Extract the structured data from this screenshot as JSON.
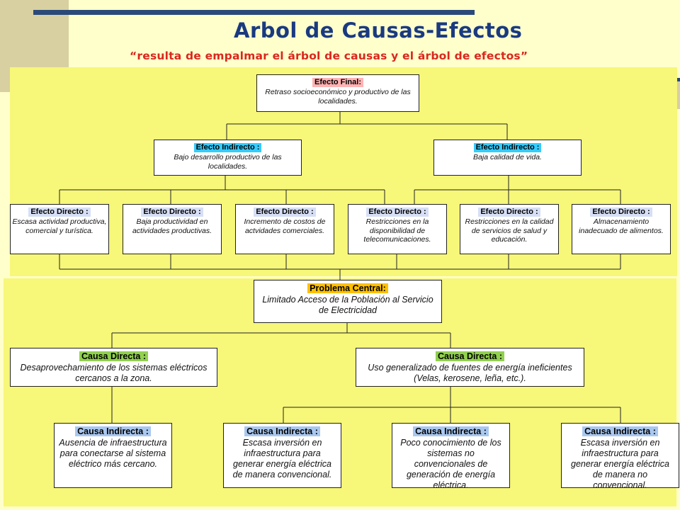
{
  "title": "Arbol de Causas-Efectos",
  "subtitle": "“resulta de empalmar el árbol de causas y el árbol de efectos”",
  "colors": {
    "background": "#ffffcc",
    "panel": "#f7f779",
    "title": "#1a3a80",
    "subtitle": "#d9281e",
    "efecto_final_header": "#ffb3b3",
    "efecto_indirecto_header": "#33ccff",
    "efecto_directo_header": "#d6dff5",
    "problema_header": "#ffc000",
    "causa_directa_header": "#92d050",
    "causa_indirecta_header": "#a9c8f0"
  },
  "efecto_final": {
    "header": "Efecto Final:",
    "text": "Retraso socioeconómico y productivo de las localidades."
  },
  "efectos_indirectos": [
    {
      "header": "Efecto Indirecto :",
      "text": "Bajo desarrollo productivo de las localidades."
    },
    {
      "header": "Efecto Indirecto :",
      "text": "Baja calidad de vida."
    }
  ],
  "efectos_directos": [
    {
      "header": "Efecto Directo :",
      "text": "Escasa actividad productiva, comercial y turística."
    },
    {
      "header": "Efecto Directo :",
      "text": "Baja productividad en actividades productivas."
    },
    {
      "header": "Efecto Directo :",
      "text": "Incremento de costos de actvidades comerciales."
    },
    {
      "header": "Efecto Directo :",
      "text": "Restricciones en la disponibilidad de telecomunicaciones."
    },
    {
      "header": "Efecto Directo :",
      "text": "Restricciones en la calidad de servicios de salud y educación."
    },
    {
      "header": "Efecto Directo :",
      "text": "Almacenamiento inadecuado de alimentos."
    }
  ],
  "problema_central": {
    "header": "Problema Central:",
    "text": "Limitado Acceso de la Población al Servicio de Electricidad"
  },
  "causas_directas": [
    {
      "header": "Causa Directa :",
      "text": "Desaprovechamiento de los sistemas eléctricos cercanos a la zona."
    },
    {
      "header": "Causa Directa :",
      "text": "Uso generalizado de fuentes de energía ineficientes (Velas, kerosene, leña, etc.)."
    }
  ],
  "causas_indirectas": [
    {
      "header": "Causa Indirecta :",
      "text": "Ausencia de infraestructura para conectarse al sistema eléctrico más cercano."
    },
    {
      "header": "Causa Indirecta :",
      "text": "Escasa inversión en infraestructura para generar energía eléctrica de manera convencional."
    },
    {
      "header": "Causa Indirecta :",
      "text": "Poco conocimiento de los sistemas no convencionales de generación de energía eléctrica."
    },
    {
      "header": "Causa Indirecta :",
      "text": "Escasa inversión en infraestructura para generar energía eléctrica de manera no convencional."
    }
  ]
}
